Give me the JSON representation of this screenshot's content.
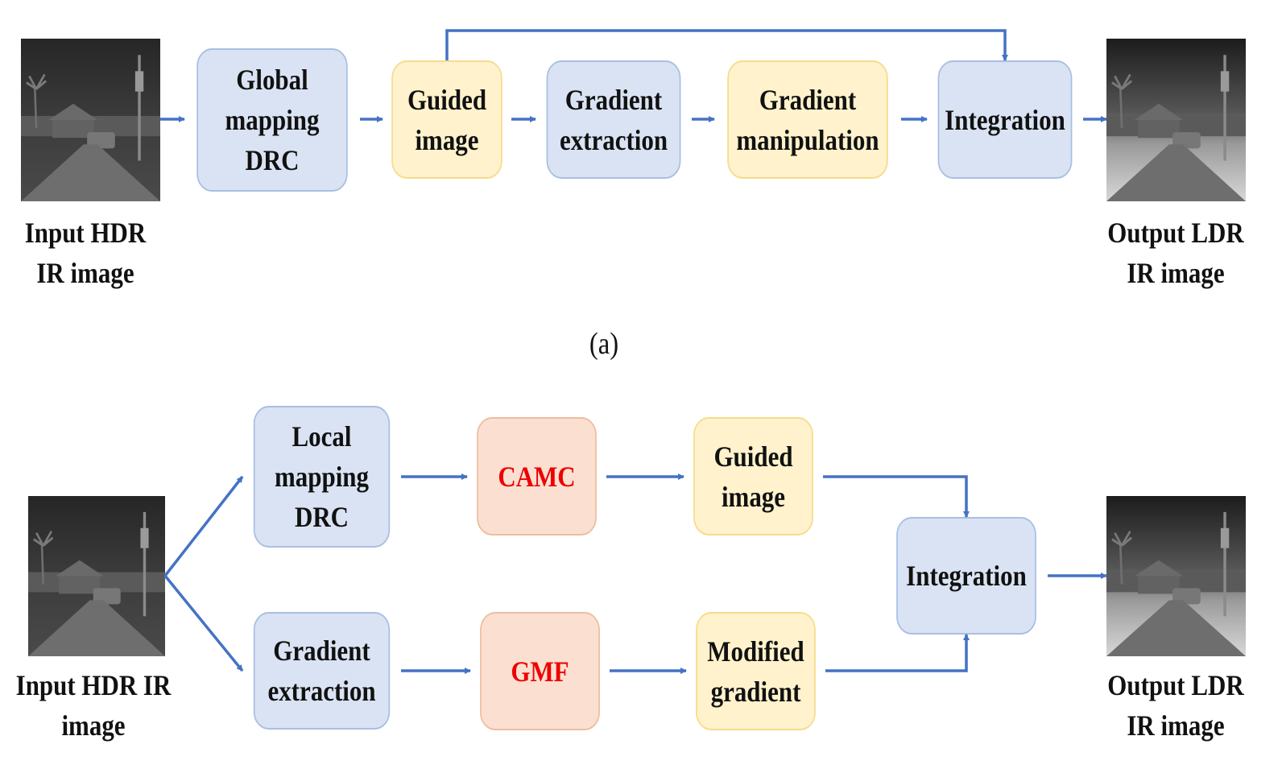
{
  "top": {
    "input_caption_line1": "Input HDR",
    "input_caption_line2": "IR image",
    "output_caption_line1": "Output LDR",
    "output_caption_line2": "IR image",
    "global_line1": "Global",
    "global_line2": "mapping DRC",
    "guided_line1": "Guided",
    "guided_line2": "image",
    "gradient_extraction_line1": "Gradient",
    "gradient_extraction_line2": "extraction",
    "gradient_manipulation_line1": "Gradient",
    "gradient_manipulation_line2": "manipulation",
    "integration": "Integration",
    "sublabel": "(a)"
  },
  "bottom": {
    "input_caption_line1": "Input HDR IR",
    "input_caption_line2": "image",
    "output_caption_line1": "Output LDR",
    "output_caption_line2": "IR image",
    "local_line1": "Local",
    "local_line2": "mapping",
    "local_line3": "DRC",
    "camc": "CAMC",
    "guided_line1": "Guided",
    "guided_line2": "image",
    "gradient_extraction_line1": "Gradient",
    "gradient_extraction_line2": "extraction",
    "gmf": "GMF",
    "modified_line1": "Modified",
    "modified_line2": "gradient",
    "integration": "Integration"
  },
  "colors": {
    "arrow": "#4472c4",
    "blue_fill": "#dae3f3",
    "yellow_fill": "#fff2cc",
    "orange_fill": "#fbe0d2",
    "highlight_text": "#ee0000"
  }
}
